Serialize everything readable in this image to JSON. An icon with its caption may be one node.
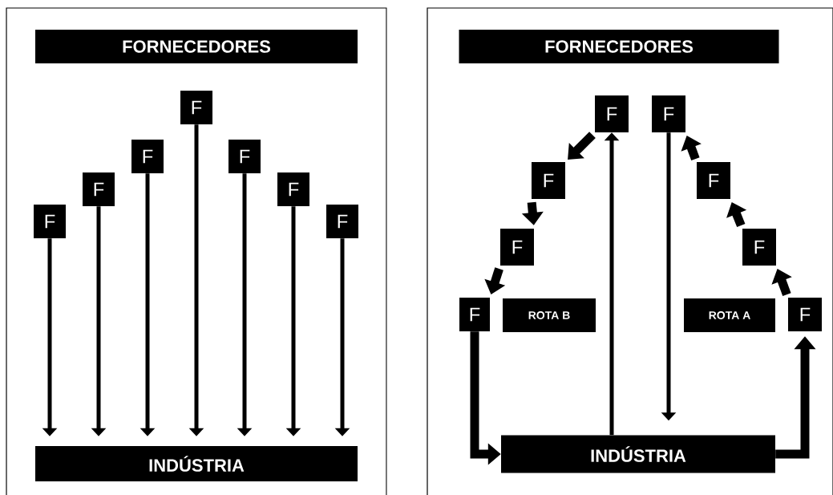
{
  "diagram": {
    "nodes": [
      {
        "text": [
          "FORNECEDORES"
        ]
      },
      {
        "text": [
          "F"
        ]
      },
      {
        "text": [
          "F"
        ]
      },
      {
        "text": [
          "F"
        ]
      },
      {
        "text": [
          "F"
        ]
      },
      {
        "text": [
          "F"
        ]
      },
      {
        "text": [
          "F"
        ]
      },
      {
        "text": [
          "F"
        ]
      },
      {
        "text": [
          "INDÚSTRIA"
        ]
      },
      {
        "text": [
          "FORNECEDORES"
        ]
      },
      {
        "text": [
          "F"
        ]
      },
      {
        "text": [
          "F"
        ]
      },
      {
        "text": [
          "F"
        ]
      },
      {
        "text": [
          "F"
        ]
      },
      {
        "text": [
          "F"
        ]
      },
      {
        "text": [
          "F"
        ]
      },
      {
        "text": [
          "F"
        ]
      },
      {
        "text": [
          "ROTA B"
        ]
      },
      {
        "text": [
          "ROTA A"
        ]
      },
      {
        "text": [
          "F"
        ]
      },
      {
        "text": [
          "INDÚSTRIA"
        ]
      }
    ],
    "edges": [
      {
        "from": 1,
        "to": 8,
        "arrow": "to"
      },
      {
        "from": 2,
        "to": 8,
        "arrow": "to"
      },
      {
        "from": 3,
        "to": 8,
        "arrow": "to"
      },
      {
        "from": 4,
        "to": 8,
        "arrow": "to"
      },
      {
        "from": 5,
        "to": 8,
        "arrow": "to"
      },
      {
        "from": 6,
        "to": 8,
        "arrow": "to"
      },
      {
        "from": 7,
        "to": 8,
        "arrow": "to"
      },
      {
        "from": 10,
        "to": 12,
        "arrow": "to",
        "style": "thick"
      },
      {
        "from": 12,
        "to": 14,
        "arrow": "to",
        "style": "thick"
      },
      {
        "from": 14,
        "to": 16,
        "arrow": "to",
        "style": "thick"
      },
      {
        "from": 16,
        "to": 20,
        "arrow": "to",
        "style": "thick"
      },
      {
        "from": 20,
        "to": 10,
        "arrow": "to"
      },
      {
        "from": 11,
        "to": 20,
        "arrow": "to"
      },
      {
        "from": 20,
        "to": 19,
        "arrow": "to",
        "style": "thick"
      },
      {
        "from": 19,
        "to": 15,
        "arrow": "to",
        "style": "thick"
      },
      {
        "from": 15,
        "to": 13,
        "arrow": "to",
        "style": "thick"
      },
      {
        "from": 13,
        "to": 11,
        "arrow": "to",
        "style": "thick"
      }
    ]
  }
}
